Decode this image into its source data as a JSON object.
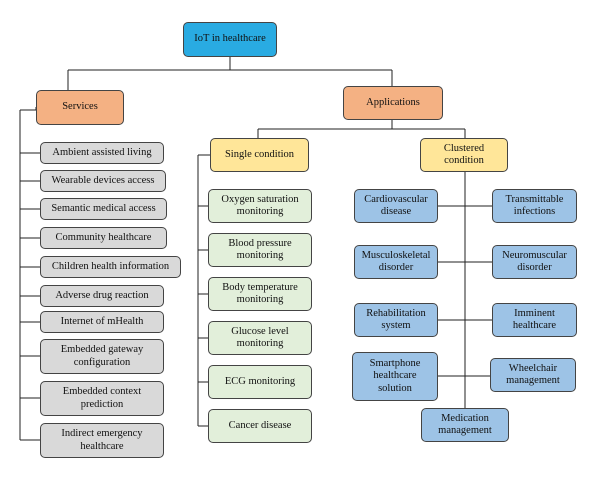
{
  "root": {
    "label": "IoT in healthcare"
  },
  "services": {
    "label": "Services",
    "items": [
      "Ambient assisted living",
      "Wearable devices access",
      "Semantic medical access",
      "Community healthcare",
      "Children health information",
      "Adverse drug reaction",
      "Internet of mHealth",
      "Embedded gateway configuration",
      "Embedded context prediction",
      "Indirect emergency healthcare"
    ]
  },
  "applications": {
    "label": "Applications",
    "single": {
      "label": "Single condition",
      "items": [
        "Oxygen saturation monitoring",
        "Blood pressure monitoring",
        "Body temperature monitoring",
        "Glucose level monitoring",
        "ECG monitoring",
        "Cancer disease"
      ]
    },
    "clustered": {
      "label": "Clustered condition",
      "left": [
        "Cardiovascular disease",
        "Musculoskeletal disorder",
        "Rehabilitation system",
        "Smartphone healthcare solution"
      ],
      "right": [
        "Transmittable infections",
        "Neuromuscular disorder",
        "Imminent healthcare",
        "Wheelchair management"
      ],
      "bottom": "Medication management"
    }
  },
  "colors": {
    "root": "#29abe2",
    "category": "#f4b183",
    "subcategory": "#ffe699",
    "service": "#d9d9d9",
    "single": "#e2efda",
    "clustered": "#9dc3e6"
  }
}
